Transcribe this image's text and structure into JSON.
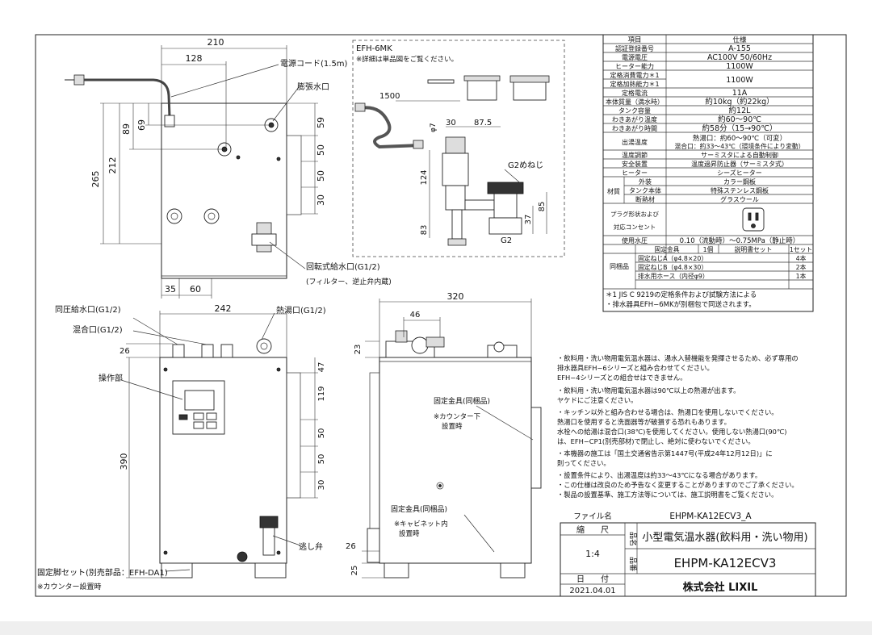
{
  "dims": {
    "top_width": "210",
    "top_128": "128",
    "left_265": "265",
    "left_212": "212",
    "left_89": "89",
    "left_69": "69",
    "r_59": "59",
    "r_50a": "50",
    "r_50b": "50",
    "r_30": "30",
    "b_35": "35",
    "b_60": "60",
    "f_242": "242",
    "f_26": "26",
    "f_390": "390",
    "f_47": "47",
    "f_119": "119",
    "f_50a": "50",
    "f_50b": "50",
    "f_30": "30",
    "s_320": "320",
    "s_46": "46",
    "s_23": "23",
    "s_26": "26",
    "s_25": "25",
    "k_1500": "1500",
    "k_30": "30",
    "k_875": "87.5",
    "k_7": "φ7",
    "k_124": "124",
    "k_83": "83",
    "k_37": "37",
    "k_85": "85",
    "k_g2": "G2",
    "k_g2neji": "G2めねじ"
  },
  "labels": {
    "power_cord": "電源コード(1.5m)",
    "expansion_port": "膨張水口",
    "rotary_inlet": "回転式給水口(G1/2)",
    "rotary_inlet_note": "(フィルター、逆止弁内蔵)",
    "pressure_inlet": "同圧給水口(G1/2)",
    "mix_port": "混合口(G1/2)",
    "hot_port": "熱湯口(G1/2)",
    "control_panel": "操作部",
    "relief_valve": "逃し弁",
    "fixed_leg_set": "固定脚セット(別売部品：EFH-DA1)",
    "counter_install": "※カウンター設置時",
    "bracket1": "固定金具(同梱品)",
    "bracket1_note": "※カウンター下",
    "bracket1_note2": "設置時",
    "bracket2": "固定金具(同梱品)",
    "bracket2_note": "※キャビネット内",
    "bracket2_note2": "設置時",
    "efh_title": "EFH-6MK",
    "efh_note": "※詳細は単品図をご覧ください。"
  },
  "spec": {
    "header": [
      "項目",
      "仕様"
    ],
    "rows": [
      [
        "認証登録番号",
        "A-155"
      ],
      [
        "電源電圧",
        "AC100V 50/60Hz"
      ],
      [
        "ヒーター能力",
        "1100W"
      ],
      [
        "定格消費電力＊1",
        "1100W"
      ],
      [
        "定格加熱能力＊1",
        ""
      ],
      [
        "定格電流",
        "11A"
      ],
      [
        "本体質量（満水時）",
        "約10kg（約22kg）"
      ],
      [
        "タンク容量",
        "約12L"
      ],
      [
        "わきあがり温度",
        "約60～90℃"
      ],
      [
        "わきあがり時間",
        "約58分（15→90℃）"
      ],
      [
        "出湯温度",
        "熱湯口：約60～90℃（可変）"
      ],
      [
        "",
        "混合口：約33～43℃（環境条件により変動）"
      ],
      [
        "温度調節",
        "サーミスタによる自動制御"
      ],
      [
        "安全装置",
        "温度過昇防止器（サーミスタ式）"
      ],
      [
        "ヒーター",
        "シーズヒーター"
      ]
    ],
    "material_label": "材質",
    "material": [
      [
        "外装",
        "カラー鋼板"
      ],
      [
        "タンク本体",
        "特殊ステンレス鋼板"
      ],
      [
        "断熱材",
        "グラスウール"
      ]
    ],
    "plug_label1": "プラグ形状および",
    "plug_label2": "対応コンセント",
    "pressure_label": "使用水圧",
    "pressure_value": "0.10（流動時）～0.75MPa（静止時）",
    "accessory_label": "同梱品",
    "accessories": [
      [
        "固定金具",
        "1個",
        "説明書セット",
        "1セット"
      ],
      [
        "固定ねじA（φ4.8×20）",
        "4本"
      ],
      [
        "固定ねじB（φ4.8×30）",
        "2本"
      ],
      [
        "排水用ホース（内径φ9）",
        "1本"
      ]
    ],
    "footnote1": "＊1  JIS C 9219の定格条件および試験方法による",
    "footnote2": "・排水器具EFH−6MKが別梱包で同送されます。"
  },
  "notes": [
    "・飲料用・洗い物用電気温水器は、湯水入替機能を発揮させるため、必ず専用の",
    "  排水器具EFH−6シリーズと組み合わせてください。",
    "  EFH−4シリーズとの組合せはできません。",
    "・飲料用・洗い物用電気温水器は90℃以上の熱湯が出ます。",
    "  ヤケドにご注意ください。",
    "・キッチン以外と組み合わせる場合は、熱湯口を使用しないでください。",
    "  熱湯口を使用すると洗面器等が破損する恐れもあります。",
    "  水栓への給湯は混合口(38℃)を使用してください。使用しない熱湯口(90℃)",
    "  は、EFH−CP1(別売部材)で閉止し、絶対に使わないでください。",
    "・本機器の施工は「国土交通省告示第1447号(平成24年12月12日)」に",
    "  則ってください。",
    "・設置条件により、出湯温度は約33～43℃になる場合があります。",
    "・この仕様は改良のため予告なく変更することがありますのでご了承ください。",
    "・製品の設置基準、施工方法等については、施工説明書をご覧ください。"
  ],
  "title_block": {
    "file_label": "ファイル名",
    "file_name": "EHPM-KA12ECV3_A",
    "scale_label": "縮　　尺",
    "scale": "1:4",
    "name_label": "品名",
    "product_name": "小型電気温水器(飲料用・洗い物用)",
    "code_label": "品番",
    "product_code": "EHPM-KA12ECV3",
    "date_label": "日　　付",
    "date": "2021.04.01",
    "company": "株式会社 LIXIL"
  }
}
